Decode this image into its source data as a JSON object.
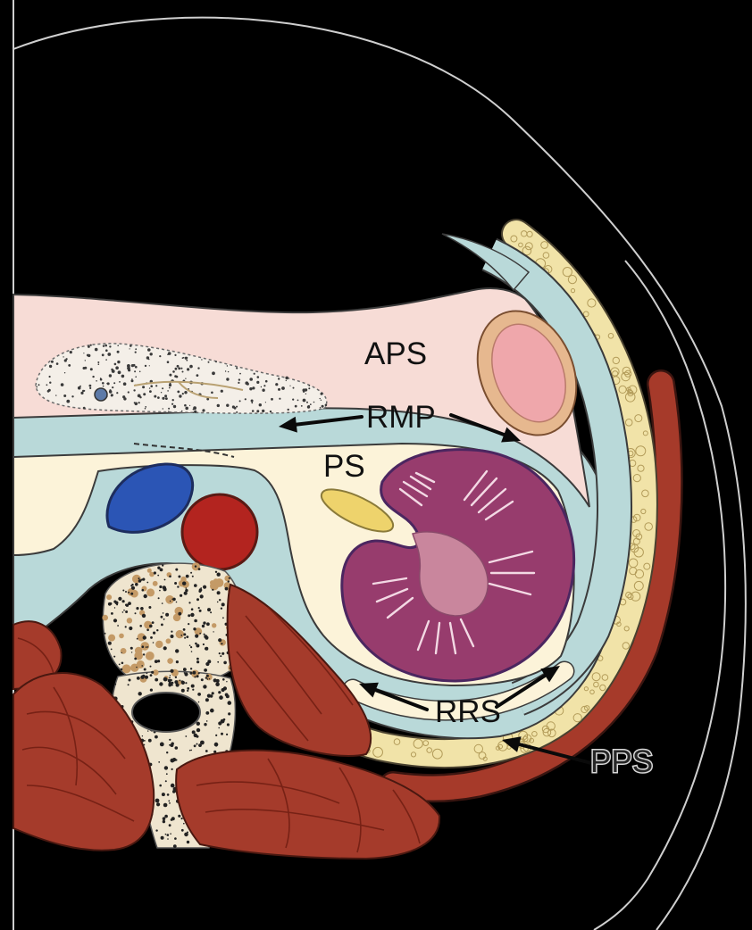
{
  "labels": {
    "aps": "APS",
    "rmp": "RMP",
    "ps": "PS",
    "rrs": "RRS",
    "pps": "PPS"
  }
}
